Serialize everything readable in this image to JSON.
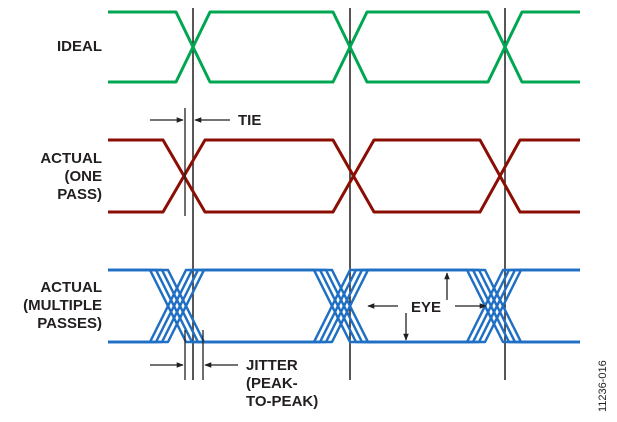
{
  "labels": {
    "ideal": "IDEAL",
    "actual_one_pass": [
      "ACTUAL",
      "(ONE",
      "PASS)"
    ],
    "actual_multiple_passes": [
      "ACTUAL",
      "(MULTIPLE",
      "PASSES)"
    ],
    "tie": "TIE",
    "eye": "EYE",
    "jitter": [
      "JITTER",
      "(PEAK-",
      "TO-PEAK)"
    ]
  },
  "figure_id": "11236-016",
  "colors": {
    "ideal": "#00a651",
    "actual_one_pass": "#8b0e04",
    "actual_multiple_passes": "#1f6fc4",
    "reference_lines": "#231f20",
    "text": "#231f20"
  }
}
